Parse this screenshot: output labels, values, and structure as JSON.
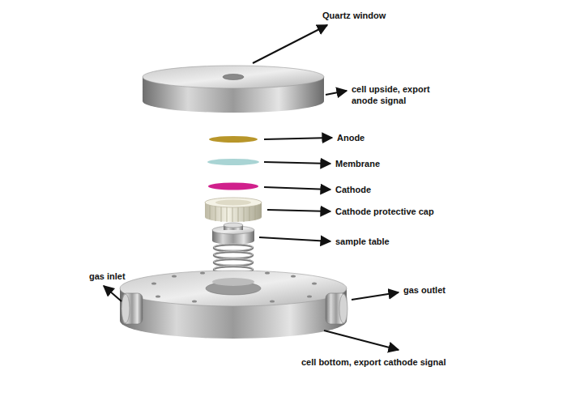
{
  "diagram": {
    "labels": [
      "Quartz window",
      "cell upside, export anode signal",
      "Anode",
      "Membrane",
      "Cathode",
      "Cathode protective cap",
      "sample table",
      "gas inlet",
      "gas outlet",
      "cell bottom, export cathode signal"
    ]
  }
}
